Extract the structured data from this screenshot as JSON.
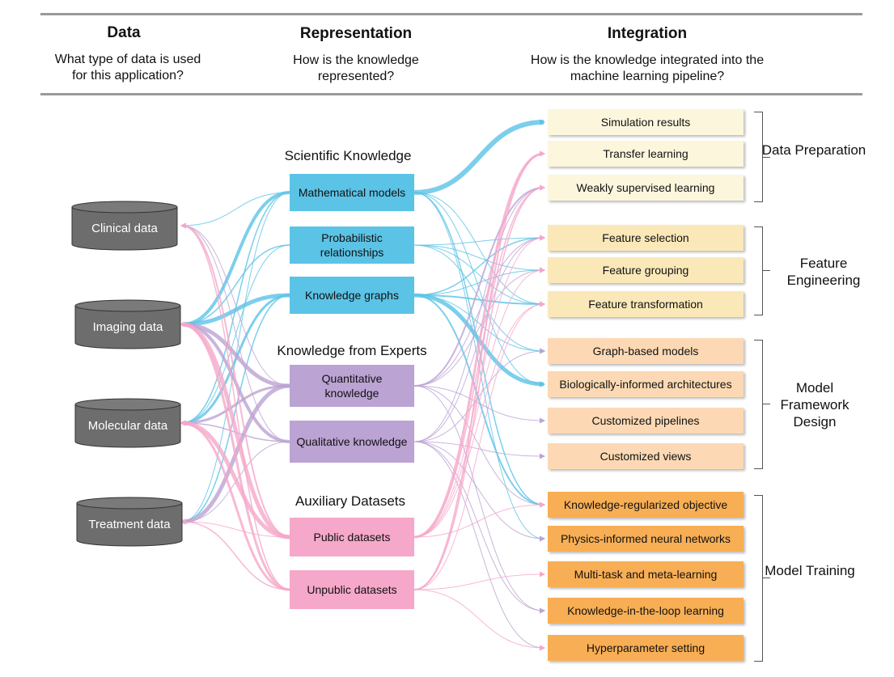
{
  "header": {
    "data_title": "Data",
    "data_question": "What type of data is used for this application?",
    "rep_title": "Representation",
    "rep_question": "How is the knowledge represented?",
    "integ_title": "Integration",
    "integ_question": "How is the knowledge integrated into the machine learning pipeline?"
  },
  "data_sources": [
    {
      "id": "clinical",
      "label": "Clinical data"
    },
    {
      "id": "imaging",
      "label": "Imaging data"
    },
    {
      "id": "molecular",
      "label": "Molecular data"
    },
    {
      "id": "treatment",
      "label": "Treatment data"
    }
  ],
  "groups": [
    {
      "title": "Scientific Knowledge"
    },
    {
      "title": "Knowledge from Experts"
    },
    {
      "title": "Auxiliary Datasets"
    }
  ],
  "representations": [
    {
      "id": "math",
      "label": "Mathematical models",
      "color": "#5bc3e6"
    },
    {
      "id": "prob",
      "label": "Probabilistic relationships",
      "color": "#5bc3e6"
    },
    {
      "id": "kg",
      "label": "Knowledge graphs",
      "color": "#5bc3e6"
    },
    {
      "id": "quant",
      "label": "Quantitative knowledge",
      "color": "#bba3d3"
    },
    {
      "id": "qual",
      "label": "Qualitative knowledge",
      "color": "#bba3d3"
    },
    {
      "id": "pub",
      "label": "Public datasets",
      "color": "#f5a8c9"
    },
    {
      "id": "unpub",
      "label": "Unpublic datasets",
      "color": "#f5a8c9"
    }
  ],
  "integrations": [
    {
      "label": "Simulation results",
      "color": "#fcf6dd"
    },
    {
      "label": "Transfer learning",
      "color": "#fcf6dd"
    },
    {
      "label": "Weakly supervised learning",
      "color": "#fcf6dd"
    },
    {
      "label": "Feature selection",
      "color": "#fbe8b9"
    },
    {
      "label": "Feature grouping",
      "color": "#fbe8b9"
    },
    {
      "label": "Feature transformation",
      "color": "#fbe8b9"
    },
    {
      "label": "Graph-based models",
      "color": "#fcd9b4"
    },
    {
      "label": "Biologically-informed architectures",
      "color": "#fcd9b4"
    },
    {
      "label": "Customized pipelines",
      "color": "#fcd9b4"
    },
    {
      "label": "Customized views",
      "color": "#fcd9b4"
    },
    {
      "label": "Knowledge-regularized objective",
      "color": "#f8ae54"
    },
    {
      "label": "Physics-informed neural networks",
      "color": "#f8ae54"
    },
    {
      "label": "Multi-task and meta-learning",
      "color": "#f8ae54"
    },
    {
      "label": "Knowledge-in-the-loop learning",
      "color": "#f8ae54"
    },
    {
      "label": "Hyperparameter setting",
      "color": "#f8ae54"
    }
  ],
  "categories": [
    {
      "label": "Data Preparation"
    },
    {
      "label": "Feature Engineering"
    },
    {
      "label": "Model Framework Design"
    },
    {
      "label": "Model Training"
    }
  ],
  "colors": {
    "scientific": "#5bc3e6",
    "experts": "#bba3d3",
    "auxiliary": "#f5a8c9",
    "cylinder": "#6d6d6d"
  }
}
